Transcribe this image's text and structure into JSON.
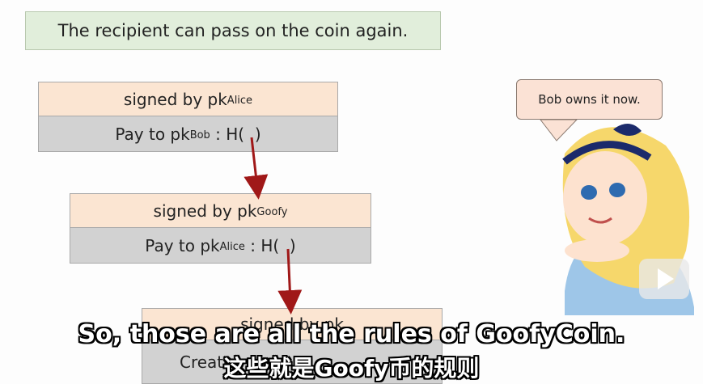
{
  "slide": {
    "title": "The recipient can pass on the coin again.",
    "blocks": [
      {
        "signed_prefix": "signed by pk",
        "signed_sub": "Alice",
        "pay_prefix": "Pay to pk",
        "pay_sub": "Bob",
        "pay_suffix": " : H(  )"
      },
      {
        "signed_prefix": "signed by pk",
        "signed_sub": "Goofy",
        "pay_prefix": "Pay to pk",
        "pay_sub": "Alice",
        "pay_suffix": " : H(  )"
      },
      {
        "signed_prefix": "signed by pk",
        "pay_text": "Create"
      }
    ],
    "bubble": "Bob owns it now."
  },
  "subtitles": {
    "english": "So, those are all the rules of GoofyCoin.",
    "chinese": "这些就是Goofy币的规则"
  },
  "colors": {
    "arrow": "#a01818",
    "title_bg": "#e1eedb",
    "signed_bg": "#fbe5d2",
    "pay_bg": "#d2d2d2"
  },
  "icons": [
    "alice-illustration",
    "play-logo-icon"
  ]
}
